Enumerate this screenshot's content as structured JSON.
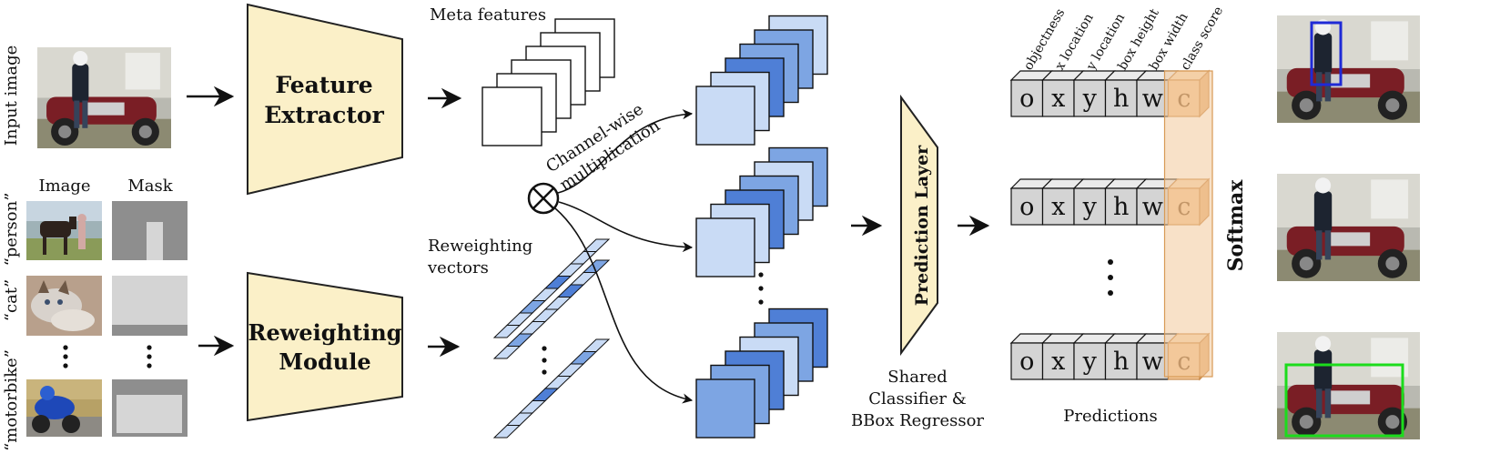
{
  "input": {
    "side_label": "Input image"
  },
  "support": {
    "col_image": "Image",
    "col_mask": "Mask",
    "classes": [
      "“person”",
      "“cat”",
      "“motorbike”"
    ]
  },
  "feature_extractor": {
    "line1": "Feature",
    "line2": "Extractor"
  },
  "reweighting_module": {
    "line1": "Reweighting",
    "line2": "Module"
  },
  "meta_features": {
    "label": "Meta features"
  },
  "reweighting_vectors": {
    "line1": "Reweighting",
    "line2": "vectors"
  },
  "multiplication": {
    "line1": "Channel-wise",
    "line2": "multiplication",
    "symbol": "⊗"
  },
  "prediction_layer": {
    "label": "Prediction Layer",
    "caption_line1": "Shared",
    "caption_line2": "Classifier &",
    "caption_line3": "BBox Regressor"
  },
  "predictions": {
    "headers": [
      "objectness",
      "x location",
      "y location",
      "box height",
      "box width",
      "class score"
    ],
    "cells": [
      "o",
      "x",
      "y",
      "h",
      "w",
      "c"
    ],
    "caption": "Predictions"
  },
  "softmax": {
    "label": "Softmax"
  },
  "colors": {
    "module_fill": "#fbf0c8",
    "blue_light": "#c9dbf5",
    "blue_mid": "#7da5e3",
    "blue_dark": "#4f7fd6",
    "cell_gray": "#d4d4d4",
    "class_score_fill": "#f3c89a",
    "bbox_blue": "#1f2ad6",
    "bbox_green": "#1cdc1c"
  }
}
